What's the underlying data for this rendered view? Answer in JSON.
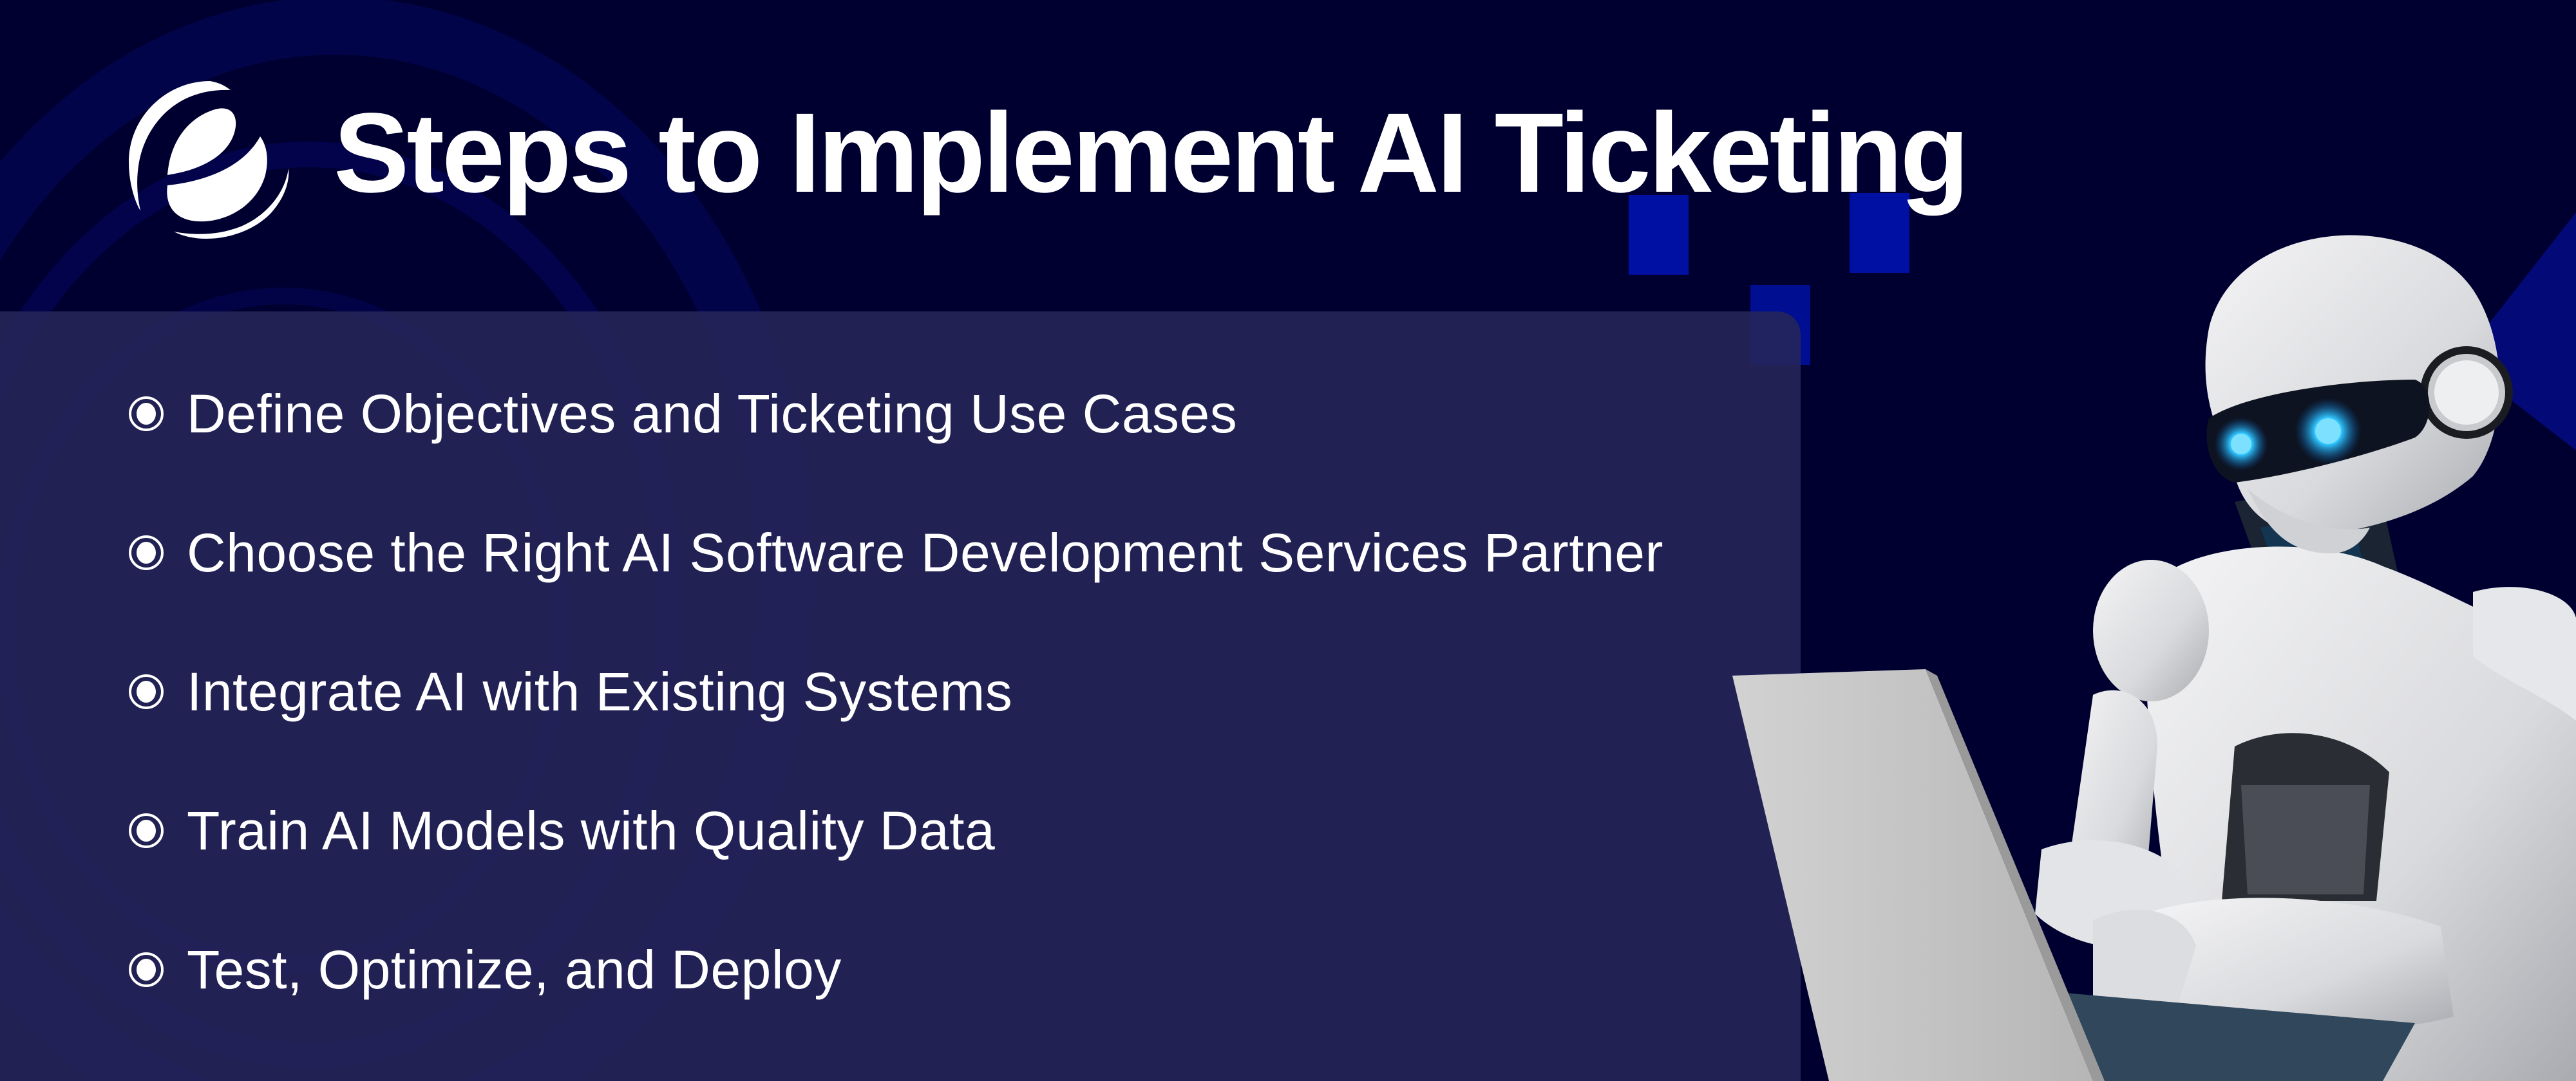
{
  "banner": {
    "title": "Steps to Implement AI Ticketing",
    "logo_icon": "brand-e-globe-icon",
    "colors": {
      "background": "#000030",
      "panel": "#22224f",
      "accent_square": "#0010a2",
      "text": "#ffffff",
      "eye_glow": "#29c5ff"
    }
  },
  "steps": {
    "bullet_icon": "radio-bullet-icon",
    "items": [
      {
        "label": "Define Objectives and Ticketing Use Cases"
      },
      {
        "label": "Choose the Right AI Software Development Services Partner"
      },
      {
        "label": "Integrate AI with Existing Systems"
      },
      {
        "label": "Train AI Models with Quality Data"
      },
      {
        "label": "Test, Optimize, and Deploy"
      }
    ]
  },
  "illustration": {
    "subject": "white humanoid robot typing on laptop"
  }
}
